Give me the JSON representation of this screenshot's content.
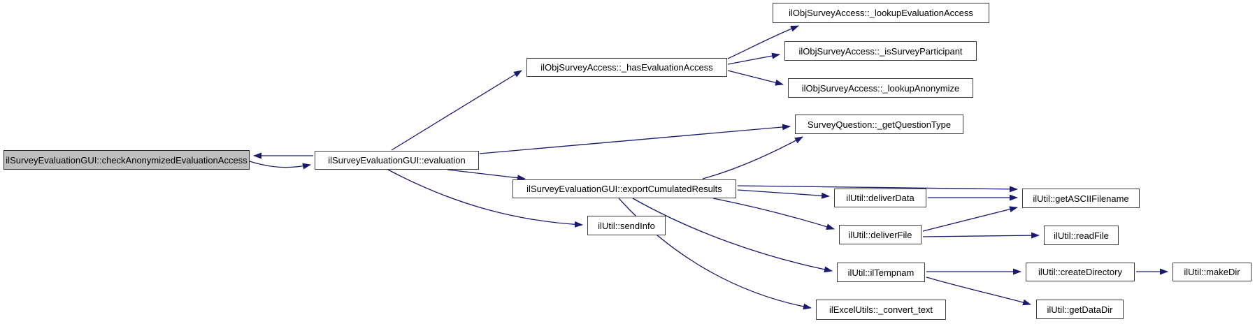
{
  "diagram": {
    "kind": "doxygen-call-graph",
    "colors": {
      "background": "#ffffff",
      "edge": "#191970",
      "node_border": "#3d3d3d",
      "node_fill": "#ffffff",
      "root_fill": "#bfbfbf",
      "text": "#000000"
    }
  },
  "nodes": {
    "check": {
      "label": "ilSurveyEvaluationGUI::checkAnonymizedEvaluationAccess"
    },
    "evaluation": {
      "label": "ilSurveyEvaluationGUI::evaluation"
    },
    "has_evaluation_access": {
      "label": "ilObjSurveyAccess::_hasEvaluationAccess"
    },
    "lookup_evaluation_access": {
      "label": "ilObjSurveyAccess::_lookupEvaluationAccess"
    },
    "is_survey_participant": {
      "label": "ilObjSurveyAccess::_isSurveyParticipant"
    },
    "lookup_anonymize": {
      "label": "ilObjSurveyAccess::_lookupAnonymize"
    },
    "get_question_type": {
      "label": "SurveyQuestion::_getQuestionType"
    },
    "export_cumulated_results": {
      "label": "ilSurveyEvaluationGUI::exportCumulatedResults"
    },
    "send_info": {
      "label": "ilUtil::sendInfo"
    },
    "deliver_data": {
      "label": "ilUtil::deliverData"
    },
    "deliver_file": {
      "label": "ilUtil::deliverFile"
    },
    "il_tempnam": {
      "label": "ilUtil::ilTempnam"
    },
    "convert_text": {
      "label": "ilExcelUtils::_convert_text"
    },
    "get_ascii_filename": {
      "label": "ilUtil::getASCIIFilename"
    },
    "read_file": {
      "label": "ilUtil::readFile"
    },
    "create_directory": {
      "label": "ilUtil::createDirectory"
    },
    "make_dir": {
      "label": "ilUtil::makeDir"
    },
    "get_data_dir": {
      "label": "ilUtil::getDataDir"
    }
  },
  "edges": [
    {
      "from": "evaluation",
      "to": "check"
    },
    {
      "from": "check",
      "to": "evaluation"
    },
    {
      "from": "evaluation",
      "to": "has_evaluation_access"
    },
    {
      "from": "has_evaluation_access",
      "to": "lookup_evaluation_access"
    },
    {
      "from": "has_evaluation_access",
      "to": "is_survey_participant"
    },
    {
      "from": "has_evaluation_access",
      "to": "lookup_anonymize"
    },
    {
      "from": "evaluation",
      "to": "get_question_type"
    },
    {
      "from": "export_cumulated_results",
      "to": "get_question_type"
    },
    {
      "from": "evaluation",
      "to": "export_cumulated_results"
    },
    {
      "from": "evaluation",
      "to": "send_info"
    },
    {
      "from": "export_cumulated_results",
      "to": "get_ascii_filename"
    },
    {
      "from": "export_cumulated_results",
      "to": "deliver_data"
    },
    {
      "from": "export_cumulated_results",
      "to": "deliver_file"
    },
    {
      "from": "export_cumulated_results",
      "to": "il_tempnam"
    },
    {
      "from": "export_cumulated_results",
      "to": "convert_text"
    },
    {
      "from": "deliver_data",
      "to": "get_ascii_filename"
    },
    {
      "from": "deliver_file",
      "to": "get_ascii_filename"
    },
    {
      "from": "deliver_file",
      "to": "read_file"
    },
    {
      "from": "il_tempnam",
      "to": "create_directory"
    },
    {
      "from": "il_tempnam",
      "to": "get_data_dir"
    },
    {
      "from": "create_directory",
      "to": "make_dir"
    }
  ]
}
